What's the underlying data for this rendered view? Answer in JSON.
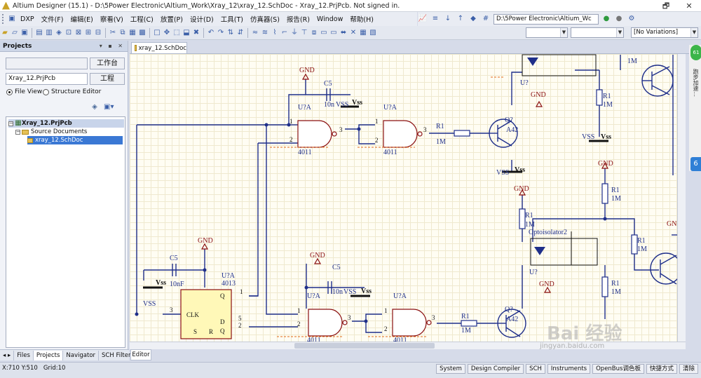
{
  "window": {
    "title": "Altium Designer (15.1) - D:\\5Power Electronic\\Altium_Work\\Xray_12\\xray_12.SchDoc - Xray_12.PrjPcb. Not signed in.",
    "restore_glyph": "🗗",
    "close_glyph": "✕"
  },
  "menu": [
    "DXP",
    "文件(F)",
    "编辑(E)",
    "察看(V)",
    "工程(C)",
    "放置(P)",
    "设计(D)",
    "工具(T)",
    "仿真器(S)",
    "报告(R)",
    "Window",
    "帮助(H)"
  ],
  "toolbar": {
    "path_field": "D:\\5Power Electronic\\Altium_Wc",
    "variations": "[No Variations]"
  },
  "projects_panel": {
    "title": "Projects",
    "header_controls": "▾ ▪ ✕",
    "workspace_button": "工作台",
    "project_field": "Xray_12.PrjPcb",
    "project_button": "工程",
    "radio_file_view": "File View",
    "radio_structure_editor": "Structure Editor",
    "tree": {
      "project": "Xray_12.PrjPcb",
      "folder": "Source Documents",
      "document": "xray_12.SchDoc"
    },
    "bottom_tabs": [
      "Files",
      "Projects",
      "Navigator",
      "SCH Filter"
    ]
  },
  "document": {
    "tab_label": "xray_12.SchDoc",
    "editor_tab": "Editor"
  },
  "schematic": {
    "gnd": "GND",
    "vss": "VSS",
    "vss_label": "Vss",
    "cap_ref": "C5",
    "cap_val": "10nF",
    "cap_val_short": "10n",
    "gate_ref": "U?A",
    "gate_part": "4011",
    "res_ref": "R1",
    "res_val": "1M",
    "transistor_ref": "Q?",
    "transistor_part": "A42",
    "ff_part": "4013",
    "ff_pins": {
      "clk": "CLK",
      "q": "Q",
      "d": "D",
      "s": "S",
      "r": "R",
      "qbar": "Q"
    },
    "opto_ref": "U?",
    "opto_label": "Optoisolator2",
    "pin_numbers": {
      "one": "1",
      "two": "2",
      "three": "3",
      "five": "5"
    },
    "gnd_partial": "GN"
  },
  "status": {
    "coords": "X:710 Y:510",
    "grid": "Grid:10",
    "buttons": [
      "System",
      "Design Compiler",
      "SCH",
      "Instruments",
      "OpenBus调色板",
      "快捷方式",
      "清除"
    ]
  },
  "side_widget": {
    "badge": "61",
    "text": "跑步加速…"
  },
  "watermark": {
    "main": "Bai 经验",
    "sub": "jingyan.baidu.com"
  }
}
